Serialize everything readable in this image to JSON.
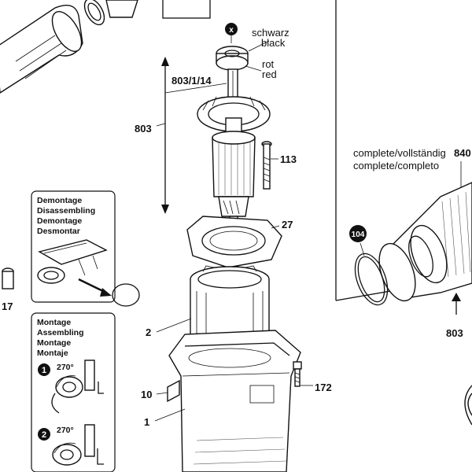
{
  "colors": {
    "ink": "#111111",
    "paper": "#ffffff",
    "shade": "#d9d9d9"
  },
  "bearing": {
    "label_schwarz": "schwarz",
    "label_black": "black",
    "label_rot": "rot",
    "label_red": "red",
    "marker": "x"
  },
  "part_numbers": {
    "p803_1_14": "803/1/14",
    "p803": "803",
    "p113": "113",
    "p27": "27",
    "p2": "2",
    "p10": "10",
    "p1": "1",
    "p172": "172",
    "p17": "17",
    "p104": "104",
    "p840": "840",
    "p803_right": "803"
  },
  "complete_labels": {
    "line1": "complete/vollständig",
    "line2": "complete/completo"
  },
  "demontage_panel": {
    "line1": "Demontage",
    "line2": "Disassembling",
    "line3": "Demontage",
    "line4": "Desmontar"
  },
  "montage_panel": {
    "line1": "Montage",
    "line2": "Assembling",
    "line3": "Montage",
    "line4": "Montaje",
    "step1_number": "1",
    "step1_angle": "270°",
    "step2_number": "2",
    "step2_angle": "270°"
  }
}
